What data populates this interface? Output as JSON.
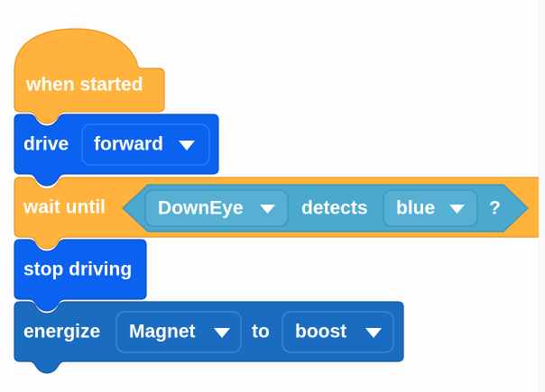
{
  "workspace": {
    "background_color": "#fdfdfd",
    "title": "block-program-canvas"
  },
  "palette": {
    "event_orange": "#ffb23c",
    "event_orange_stroke": "#e69725",
    "drive_blue": "#0b62f0",
    "drive_blue_stroke": "#0a50c0",
    "magnet_blue": "#1a6cc0",
    "magnet_blue_stroke": "#15589c",
    "sensing_teal": "#4ba8cf",
    "sensing_teal_stroke": "#3f8fb3",
    "sensing_field_fill": "#56b0d4",
    "text_white": "#ffffff"
  },
  "script": {
    "blocks": [
      {
        "id": "when-started",
        "kind": "hat",
        "category": "event",
        "label": "when started"
      },
      {
        "id": "drive",
        "kind": "stack",
        "category": "drivetrain",
        "label": "drive",
        "fields": [
          {
            "name": "direction",
            "value": "forward",
            "type": "dropdown"
          }
        ]
      },
      {
        "id": "wait-until",
        "kind": "stack",
        "category": "control",
        "label": "wait until",
        "condition": {
          "kind": "boolean",
          "category": "sensing",
          "label_mid": "detects",
          "label_end": "?",
          "fields": [
            {
              "name": "sensor",
              "value": "DownEye",
              "type": "dropdown"
            },
            {
              "name": "color",
              "value": "blue",
              "type": "dropdown"
            }
          ]
        }
      },
      {
        "id": "stop-driving",
        "kind": "stack",
        "category": "drivetrain",
        "label": "stop driving"
      },
      {
        "id": "energize",
        "kind": "stack",
        "category": "magnet",
        "label": "energize",
        "label_mid": "to",
        "fields": [
          {
            "name": "device",
            "value": "Magnet",
            "type": "dropdown"
          },
          {
            "name": "mode",
            "value": "boost",
            "type": "dropdown"
          }
        ]
      }
    ]
  }
}
